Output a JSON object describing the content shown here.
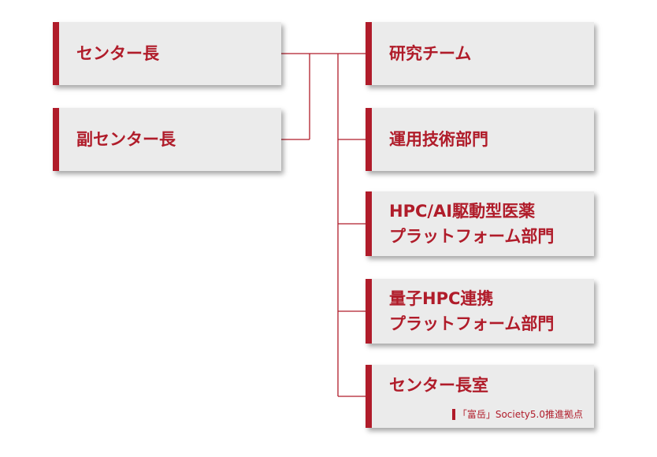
{
  "colors": {
    "accent": "#b01c2a",
    "box_fill": "#ebebeb",
    "line": "#b01c2a"
  },
  "left": {
    "director": "センター長",
    "deputy": "副センター長"
  },
  "right": {
    "research": "研究チーム",
    "operations": "運用技術部門",
    "hpcai": [
      "HPC/AI駆動型医薬",
      "プラットフォーム部門"
    ],
    "quantum": [
      "量子HPC連携",
      "プラットフォーム部門"
    ],
    "office": "センター長室",
    "office_sub": "「富岳」Society5.0推進拠点"
  }
}
